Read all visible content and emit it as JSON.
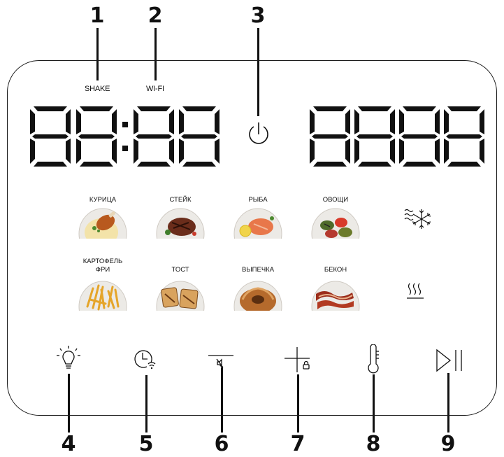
{
  "callouts": [
    "1",
    "2",
    "3",
    "4",
    "5",
    "6",
    "7",
    "8",
    "9"
  ],
  "indicators": {
    "shake": "SHAKE",
    "wifi": "WI-FI"
  },
  "display": {
    "left_digits": "88:88",
    "right_digits": "8888"
  },
  "programs_row1": [
    {
      "label": "КУРИЦА",
      "icon": "chicken-dish"
    },
    {
      "label": "СТЕЙК",
      "icon": "steak-dish"
    },
    {
      "label": "РЫБА",
      "icon": "fish-dish"
    },
    {
      "label": "ОВОЩИ",
      "icon": "vegetables-dish"
    }
  ],
  "programs_row2": [
    {
      "label": "КАРТОФЕЛЬ\nФРИ",
      "icon": "fries-dish"
    },
    {
      "label": "ТОСТ",
      "icon": "toast-dish"
    },
    {
      "label": "ВЫПЕЧКА",
      "icon": "pastry-dish"
    },
    {
      "label": "БЕКОН",
      "icon": "bacon-dish"
    }
  ],
  "side_icons": [
    "defrost-icon",
    "heat-icon"
  ],
  "buttons": [
    "light-icon",
    "timer-wifi-icon",
    "minus-mute-icon",
    "plus-lock-icon",
    "temperature-icon",
    "start-pause-icon"
  ]
}
